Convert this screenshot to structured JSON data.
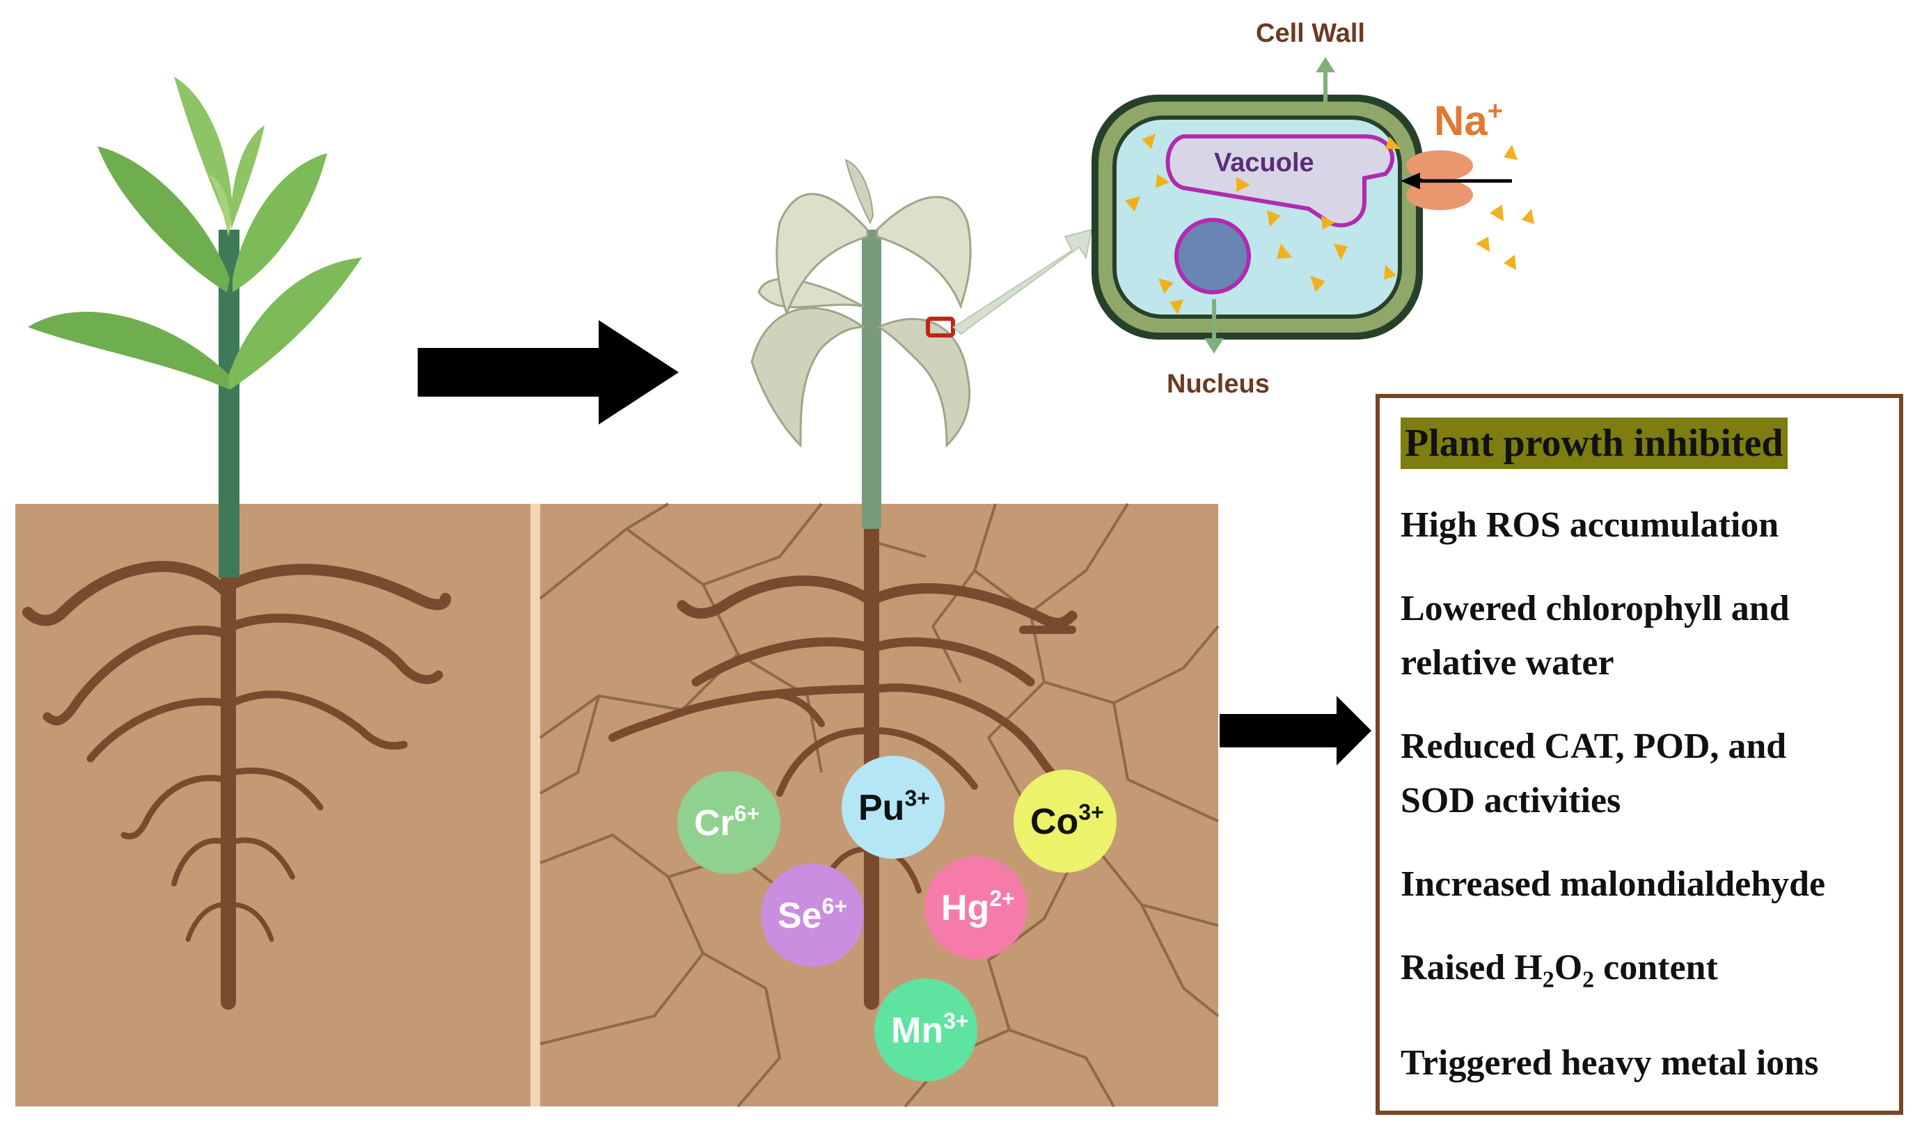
{
  "cell": {
    "cell_wall_label": "Cell Wall",
    "vacuole_label": "Vacuole",
    "nucleus_label": "Nucleus",
    "sodium_ion": {
      "symbol": "Na",
      "charge": "+"
    }
  },
  "ions": [
    {
      "symbol": "Cr",
      "charge": "6+",
      "color": "#8fd18f"
    },
    {
      "symbol": "Pu",
      "charge": "3+",
      "color": "#b4e6f6"
    },
    {
      "symbol": "Co",
      "charge": "3+",
      "color": "#ecf26a"
    },
    {
      "symbol": "Se",
      "charge": "6+",
      "color": "#c98ee0"
    },
    {
      "symbol": "Hg",
      "charge": "2+",
      "color": "#f57ca8"
    },
    {
      "symbol": "Mn",
      "charge": "3+",
      "color": "#5fe3a1"
    }
  ],
  "effects": {
    "title": "Plant prowth inhibited",
    "items": [
      {
        "text": "High ROS accumulation"
      },
      {
        "line1": "Lowered chlorophyll and",
        "line2": "relative water"
      },
      {
        "line1": "Reduced CAT, POD, and",
        "line2": "SOD activities"
      },
      {
        "text": "Increased malondialdehyde"
      },
      {
        "before": "Raised H",
        "sub1": "2",
        "mid": "O",
        "sub2": "2",
        "after": " content"
      },
      {
        "text": "Triggered heavy metal ions"
      }
    ]
  },
  "colors": {
    "soil": "#c49a74",
    "root": "#7a4a2e",
    "stem_green": "#3f7a58",
    "leaf_green": "#6fae4e",
    "wilted_leaf": "#cfd3bc",
    "cell_wall": "#8fa86a",
    "cytoplasm": "#bfe6ea",
    "vacuole": "#d8d6e6",
    "nucleus": "#6a85b3",
    "sodium_text": "#e07a33",
    "channel": "#e9976e",
    "box_border": "#7a4526",
    "title_highlight": "#7d7d12",
    "label_brown": "#6b3b22"
  }
}
